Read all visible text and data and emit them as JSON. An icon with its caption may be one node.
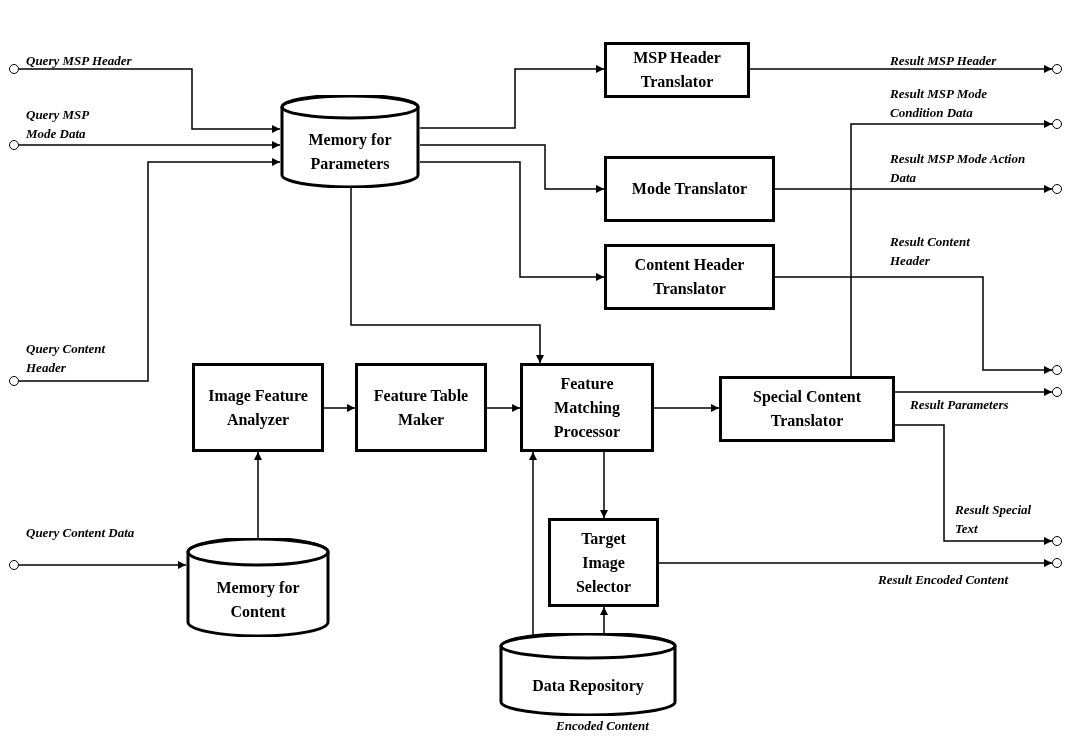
{
  "diagram": {
    "nodes": [
      {
        "text": [],
        "shape": "circle"
      },
      {
        "text": [],
        "shape": "circle"
      },
      {
        "text": [],
        "shape": "circle"
      },
      {
        "text": [],
        "shape": "circle"
      },
      {
        "text": [
          "Memory for Parameters"
        ]
      },
      {
        "text": [
          "MSP Header Translator"
        ]
      },
      {
        "text": [
          "Mode Translator"
        ]
      },
      {
        "text": [
          "Content Header Translator"
        ]
      },
      {
        "text": [
          "Image Feature Analyzer"
        ]
      },
      {
        "text": [
          "Feature Table Maker"
        ]
      },
      {
        "text": [
          "Feature Matching Processor"
        ]
      },
      {
        "text": [
          "Special Content Translator"
        ]
      },
      {
        "text": [
          "Target Image Selector"
        ]
      },
      {
        "text": [
          "Memory for Content"
        ]
      },
      {
        "text": [
          "Data Repository"
        ],
        "beside": [
          "Encoded Content"
        ]
      },
      {
        "text": [],
        "shape": "circle"
      },
      {
        "text": [],
        "shape": "circle"
      },
      {
        "text": [],
        "shape": "circle"
      },
      {
        "text": [],
        "shape": "circle"
      },
      {
        "text": [],
        "shape": "circle"
      },
      {
        "text": [],
        "shape": "circle"
      },
      {
        "text": [],
        "shape": "circle"
      }
    ],
    "edges": [
      {
        "from": 0,
        "to": 4,
        "arrow": "to",
        "label": "Query MSP Header"
      },
      {
        "from": 1,
        "to": 4,
        "arrow": "to",
        "label": "Query MSP Mode Data"
      },
      {
        "from": 2,
        "to": 4,
        "arrow": "to",
        "label": "Query Content Header"
      },
      {
        "from": 3,
        "to": 13,
        "arrow": "to",
        "label": "Query Content Data"
      },
      {
        "from": 13,
        "to": 8,
        "arrow": "to"
      },
      {
        "from": 8,
        "to": 9,
        "arrow": "to"
      },
      {
        "from": 9,
        "to": 10,
        "arrow": "to"
      },
      {
        "from": 10,
        "to": 11,
        "arrow": "to"
      },
      {
        "from": 4,
        "to": 10,
        "arrow": "to"
      },
      {
        "from": 4,
        "to": 5,
        "arrow": "to"
      },
      {
        "from": 4,
        "to": 6,
        "arrow": "to"
      },
      {
        "from": 4,
        "to": 7,
        "arrow": "to"
      },
      {
        "from": 10,
        "to": 12,
        "arrow": "to"
      },
      {
        "from": 14,
        "to": 10,
        "arrow": "to"
      },
      {
        "from": 14,
        "to": 12,
        "arrow": "to"
      },
      {
        "from": 5,
        "to": 15,
        "arrow": "to",
        "label": "Result MSP Header"
      },
      {
        "from": 11,
        "to": 16,
        "arrow": "to",
        "label": "Result MSP Mode Condition Data"
      },
      {
        "from": 6,
        "to": 17,
        "arrow": "to",
        "label": "Result MSP Mode Action Data"
      },
      {
        "from": 7,
        "to": 18,
        "arrow": "to",
        "label": "Result Content Header"
      },
      {
        "from": 11,
        "to": 19,
        "arrow": "to",
        "label": "Result Parameters"
      },
      {
        "from": 11,
        "to": 20,
        "arrow": "to",
        "label": "Result Special Text"
      },
      {
        "from": 12,
        "to": 21,
        "arrow": "to",
        "label": "Result Encoded Content"
      }
    ]
  }
}
